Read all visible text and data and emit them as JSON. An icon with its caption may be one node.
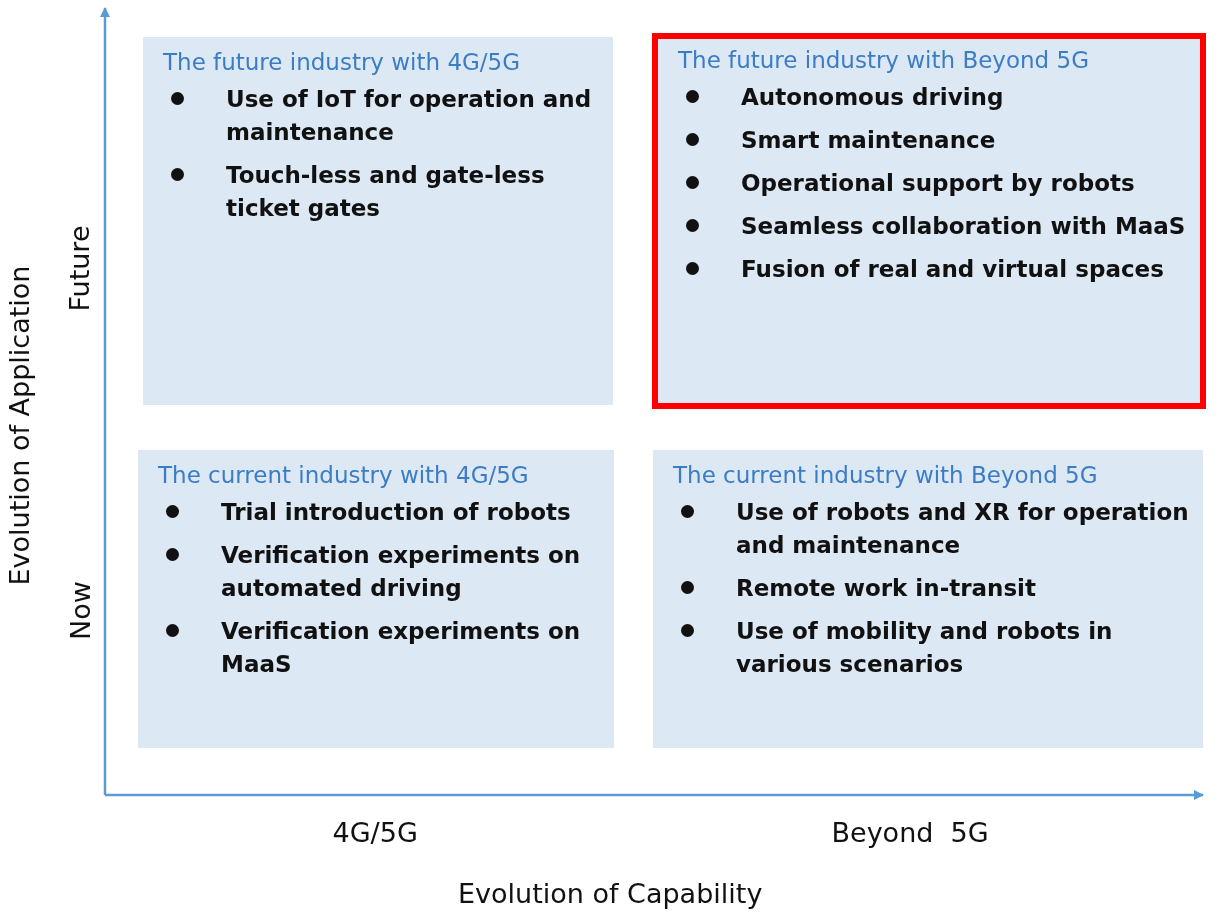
{
  "diagram": {
    "nodes": [
      {
        "text": [
          "The future industry with 4G/5G",
          "Use of IoT for operation and maintenance",
          "Touch-less and gate-less ticket gates"
        ]
      },
      {
        "text": [
          "The future industry with Beyond 5G",
          "Autonomous driving",
          "Smart maintenance",
          "Operational support by robots",
          "Seamless collaboration with MaaS",
          "Fusion of real and virtual spaces"
        ]
      },
      {
        "text": [
          "The current industry with 4G/5G",
          "Trial introduction of robots",
          "Verification experiments on automated driving",
          "Verification experiments on MaaS"
        ]
      },
      {
        "text": [
          "The current industry with Beyond 5G",
          "Use of robots and XR for operation and maintenance",
          "Remote work in-transit",
          "Use of mobility and robots in various scenarios"
        ]
      }
    ],
    "edges": [],
    "labels": [
      "Evolution of Application",
      "Future",
      "Now",
      "4G/5G",
      "Beyond  5G",
      "Evolution of Capability"
    ]
  }
}
